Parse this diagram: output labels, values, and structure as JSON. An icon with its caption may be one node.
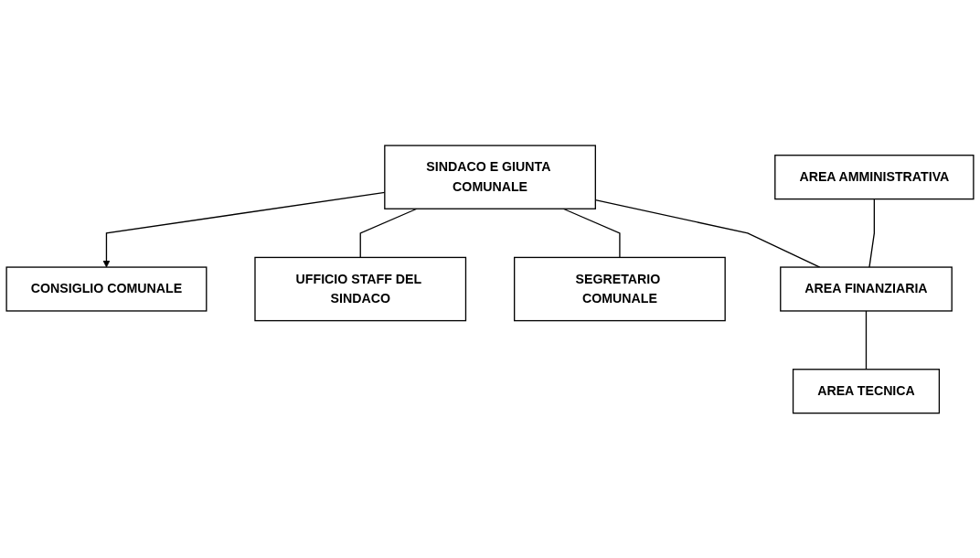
{
  "diagram": {
    "nodes": [
      {
        "text": [
          "SINDACO E GIUNTA COMUNALE"
        ]
      },
      {
        "text": [
          "CONSIGLIO COMUNALE"
        ]
      },
      {
        "text": [
          "UFFICIO STAFF DEL SINDACO"
        ]
      },
      {
        "text": [
          "SEGRETARIO COMUNALE"
        ]
      },
      {
        "text": [
          "AREA AMMINISTRATIVA"
        ]
      },
      {
        "text": [
          "AREA FINANZIARIA"
        ]
      },
      {
        "text": [
          "AREA TECNICA"
        ]
      }
    ],
    "edges": [
      {
        "from": 0,
        "to": 1,
        "arrow": "to"
      },
      {
        "from": 0,
        "to": 2,
        "arrow": "none"
      },
      {
        "from": 0,
        "to": 3,
        "arrow": "none"
      },
      {
        "from": 0,
        "to": 5,
        "arrow": "none"
      },
      {
        "from": 4,
        "to": 5,
        "arrow": "none"
      },
      {
        "from": 5,
        "to": 6,
        "arrow": "none"
      }
    ]
  }
}
